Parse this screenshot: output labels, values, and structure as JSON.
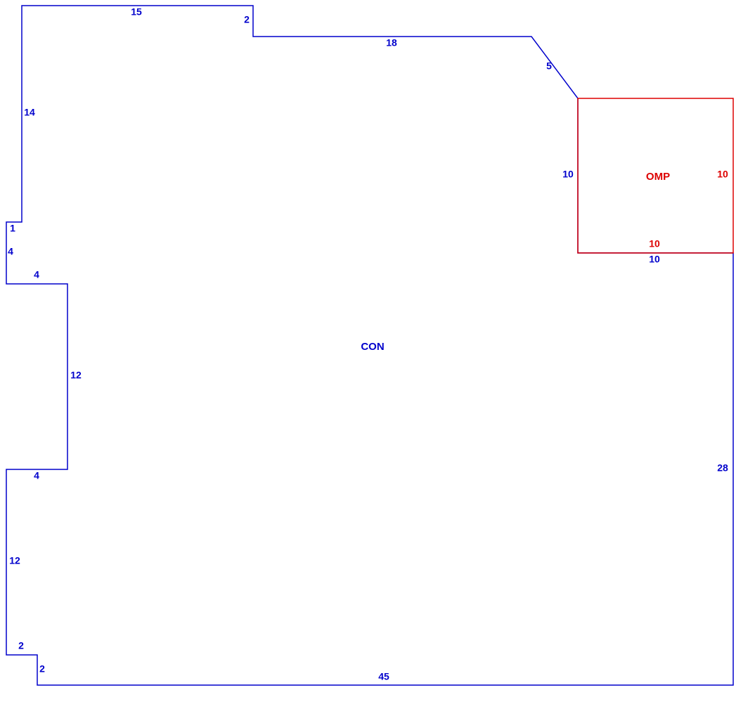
{
  "colors": {
    "main_outline": "#0000cc",
    "omp_outline": "#dd0000",
    "background": "#ffffff"
  },
  "areas": {
    "main": {
      "name": "CON"
    },
    "porch": {
      "name": "OMP"
    }
  },
  "main_dimensions": {
    "top_left": "15",
    "step_down": "2",
    "top_right": "18",
    "angled": "5",
    "porch_inner_left": "10",
    "porch_inner_bottom": "10",
    "right_side": "28",
    "bottom": "45",
    "bottom_step_vertical": "2",
    "bottom_step_horizontal": "2",
    "left_lower": "12",
    "left_notch_bottom": "4",
    "left_notch_side": "12",
    "left_notch_top": "4",
    "left_jog_vertical": "4",
    "left_jog_horizontal": "1",
    "left_upper": "14"
  },
  "porch_dimensions": {
    "right": "10",
    "bottom": "10"
  }
}
